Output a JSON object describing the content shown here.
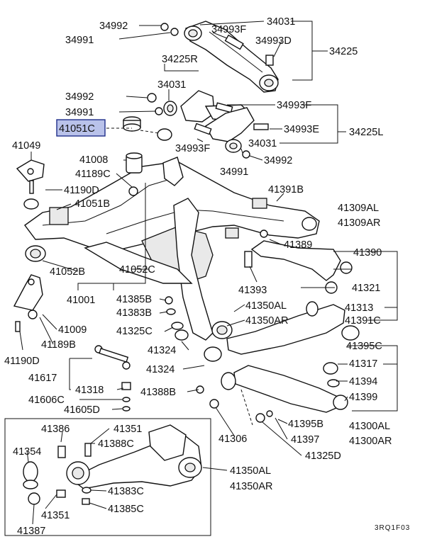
{
  "diagram": {
    "footer_code": "3RQ1F03",
    "highlighted_part": "41051C",
    "labels": {
      "l34992a": "34992",
      "l34991a": "34991",
      "l34031a": "34031",
      "l34993Fa": "34993F",
      "l34993D": "34993D",
      "l34225": "34225",
      "l34225R": "34225R",
      "l34992b": "34992",
      "l34031b": "34031",
      "l34991b": "34991",
      "l34993Fb": "34993F",
      "l41051C": "41051C",
      "l34993E": "34993E",
      "l34225L": "34225L",
      "l34993Fc": "34993F",
      "l34031c": "34031",
      "l34991c": "34991",
      "l34992c": "34992",
      "l41049": "41049",
      "l41008": "41008",
      "l41189Ca": "41189C",
      "l41190Da": "41190D",
      "l41051B": "41051B",
      "l41391B": "41391B",
      "l41309AL": "41309AL",
      "l41309AR": "41309AR",
      "l41389": "41389",
      "l41390": "41390",
      "l41052B": "41052B",
      "l41052C": "41052C",
      "l41393": "41393",
      "l41321": "41321",
      "l41001": "41001",
      "l41385Ba": "41385B",
      "l41350ALa": "41350AL",
      "l41313": "41313",
      "l41383Ba": "41383B",
      "l41350ARa": "41350AR",
      "l41391C": "41391C",
      "l41009": "41009",
      "l41325C": "41325C",
      "l41189Bb": "41189B",
      "l41324a": "41324",
      "l41395C": "41395C",
      "l41190Db": "41190D",
      "l41317": "41317",
      "l41617": "41617",
      "l41324b": "41324",
      "l41394": "41394",
      "l41318": "41318",
      "l41388B": "41388B",
      "l41399": "41399",
      "l41606C": "41606C",
      "l41605D": "41605D",
      "l41395B": "41395B",
      "l41300AL": "41300AL",
      "l41306": "41306",
      "l41397": "41397",
      "l41300AR": "41300AR",
      "l41386": "41386",
      "l41351a": "41351",
      "l41388C": "41388C",
      "l41325D": "41325D",
      "l41354": "41354",
      "l41350ALb": "41350AL",
      "l41350ARb": "41350AR",
      "l41383Cb": "41383C",
      "l41351b": "41351",
      "l41385Cb": "41385C",
      "l41387": "41387"
    }
  }
}
